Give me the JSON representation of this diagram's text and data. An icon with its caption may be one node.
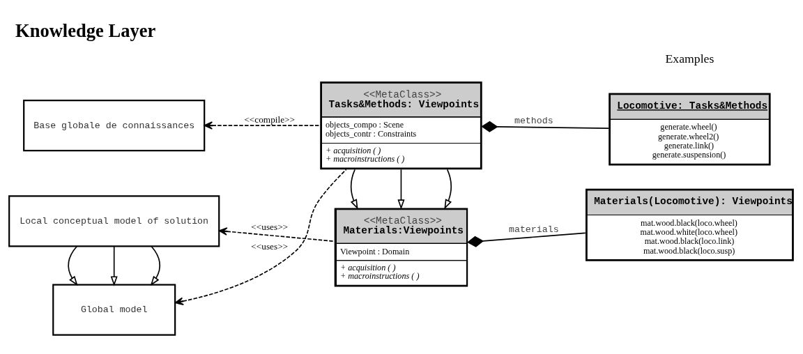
{
  "diagram": {
    "title": "Knowledge Layer",
    "nodes": [
      {
        "text": [
          "Local conceptual model of solution"
        ]
      },
      {
        "text": [
          "<<MetaClass>>",
          "Materials:Viewpoints",
          "Viewpoint : Domain",
          "+ acquisition ( )",
          "+ macroinstructions ( )"
        ]
      },
      {
        "text": [
          "Materials(Locomotive): Viewpoints",
          "mat.wood.black(loco.wheel)",
          "mat.wood.white(loco.wheel)",
          "mat.wood.black(loco.link)",
          "mat.wood.black(loco.susp)"
        ]
      },
      {
        "text": [
          "Global model"
        ]
      },
      {
        "text": [
          "<<MetaClass>>",
          "Tasks&Methods: Viewpoints",
          "objects_compo : Scene",
          "objects_contr : Constraints",
          "+ acquisition ( )",
          "+ macroinstructions ( )"
        ]
      },
      {
        "text": [
          "Locomotive: Tasks&Methods",
          "generate.wheel()",
          "generate.wheel2()",
          "generate.link()",
          "generate.suspension()"
        ]
      },
      {
        "text": [
          "Base globale de connaissances"
        ]
      }
    ],
    "edges": [
      {
        "from": 1,
        "to": 0,
        "arrow": "to",
        "style": "dashed",
        "label": "<<uses>>"
      },
      {
        "from": 1,
        "to": 2,
        "arrow": "other",
        "label": "materials"
      },
      {
        "from": 0,
        "to": 3,
        "arrow": "to"
      },
      {
        "from": 0,
        "to": 3,
        "arrow": "to"
      },
      {
        "from": 0,
        "to": 3,
        "arrow": "to"
      },
      {
        "from": 4,
        "to": 1,
        "arrow": "to"
      },
      {
        "from": 4,
        "to": 1,
        "arrow": "to"
      },
      {
        "from": 4,
        "to": 1,
        "arrow": "to"
      },
      {
        "from": 4,
        "to": 3,
        "arrow": "to",
        "style": "dashed",
        "label": "<<uses>>"
      },
      {
        "from": 4,
        "to": 5,
        "arrow": "other",
        "label": "methods"
      },
      {
        "from": 4,
        "to": 6,
        "arrow": "to",
        "style": "dashed",
        "label": "<<compile>>"
      }
    ],
    "labels": [
      "Examples"
    ]
  }
}
